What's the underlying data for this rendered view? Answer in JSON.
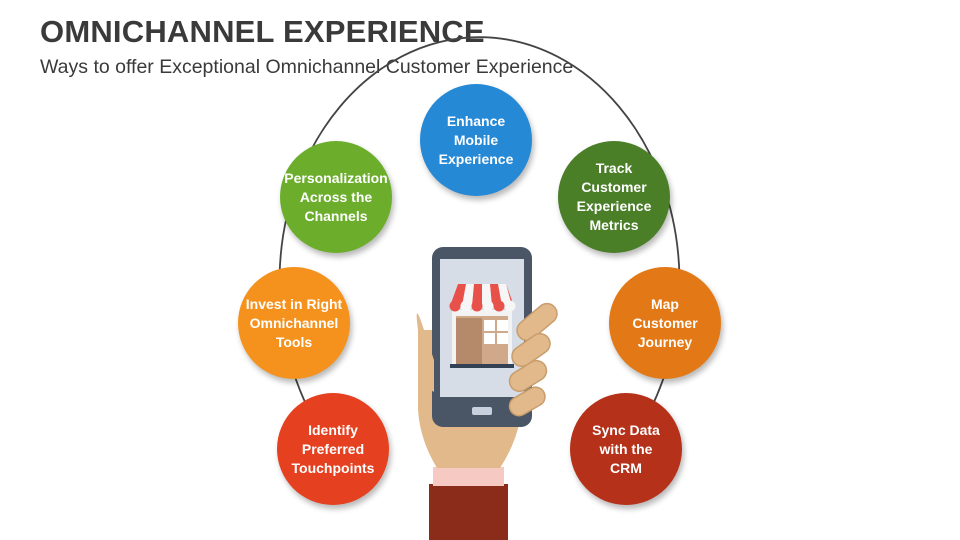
{
  "header": {
    "title": "OMNICHANNEL EXPERIENCE",
    "subtitle": "Ways to offer Exceptional Omnichannel Customer Experience"
  },
  "nodes": [
    {
      "label": "Enhance\nMobile\nExperience",
      "color": "#2589d6"
    },
    {
      "label": "Personalization\nAcross the\nChannels",
      "color": "#6cae2c"
    },
    {
      "label": "Track\nCustomer\nExperience\nMetrics",
      "color": "#4a7f28"
    },
    {
      "label": "Invest in Right\nOmnichannel\nTools",
      "color": "#f5921e"
    },
    {
      "label": "Map\nCustomer\nJourney",
      "color": "#e27916"
    },
    {
      "label": "Identify\nPreferred\nTouchpoints",
      "color": "#e5401f"
    },
    {
      "label": "Sync Data\nwith the\nCRM",
      "color": "#b5311a"
    }
  ],
  "icons": {
    "center": "hand-holding-smartphone-icon",
    "screen": "storefront-icon"
  },
  "colors": {
    "text": "#3a3a3a",
    "connector": "#444444",
    "phone_body": "#4a5566",
    "awning_red": "#e8504a",
    "skin": "#e1b98a",
    "sleeve": "#8b2b1a"
  }
}
